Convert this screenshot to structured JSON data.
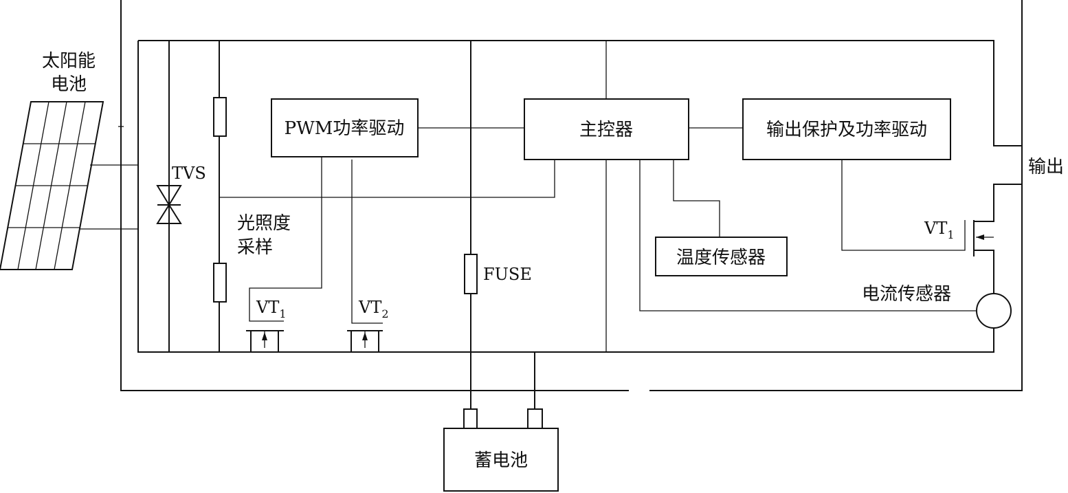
{
  "labels": {
    "solar_panel_line1": "太阳能",
    "solar_panel_line2": "电池",
    "tvs": "TVS",
    "light_sampling_line1": "光照度",
    "light_sampling_line2": "采样",
    "pwm_driver": "PWM功率驱动",
    "main_controller": "主控器",
    "output_protection": "输出保护及功率驱动",
    "output": "输出",
    "temp_sensor": "温度传感器",
    "current_sensor": "电流传感器",
    "fuse": "FUSE",
    "battery": "蓄电池",
    "vt1_left": "VT",
    "vt1_left_sub": "1",
    "vt2": "VT",
    "vt2_sub": "2",
    "vt1_right": "VT",
    "vt1_right_sub": "1"
  }
}
